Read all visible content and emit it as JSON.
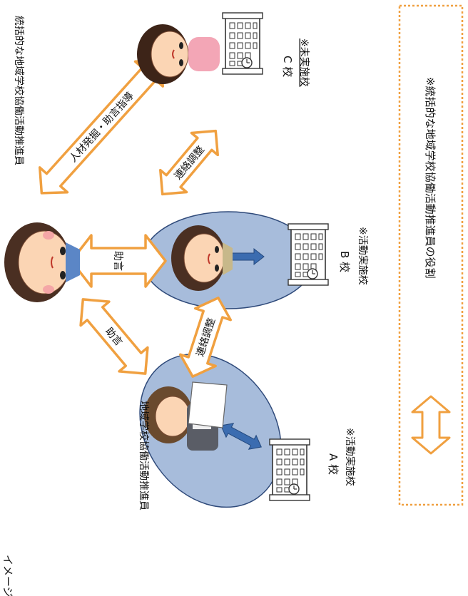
{
  "title_partial": "イメージ",
  "labels": {
    "coordinator_general": "統括的な地域学校協働活動推進員",
    "coordinator_local": "地域学校協働活動推進員",
    "school_a": "A 校",
    "school_a_note": "※活動実施校",
    "school_b": "B 校",
    "school_b_note": "※活動実施校",
    "school_c": "C 校",
    "school_c_note": "※未実施校",
    "arrow_talent": "人材発掘・助言指導",
    "arrow_liaison_c": "連絡調整",
    "arrow_advice_b": "助言",
    "arrow_advice_a": "助言",
    "arrow_liaison_a": "連絡調整"
  },
  "legend": {
    "text": "※統括的な地域学校協働活動推進員の役割"
  },
  "colors": {
    "arrow_orange": "#f0a040",
    "ellipse_blue": "#a7bcdb",
    "ellipse_stroke": "#2f4a7a",
    "legend_border": "#f0a040",
    "small_arrow_blue": "#3b6cb0"
  }
}
